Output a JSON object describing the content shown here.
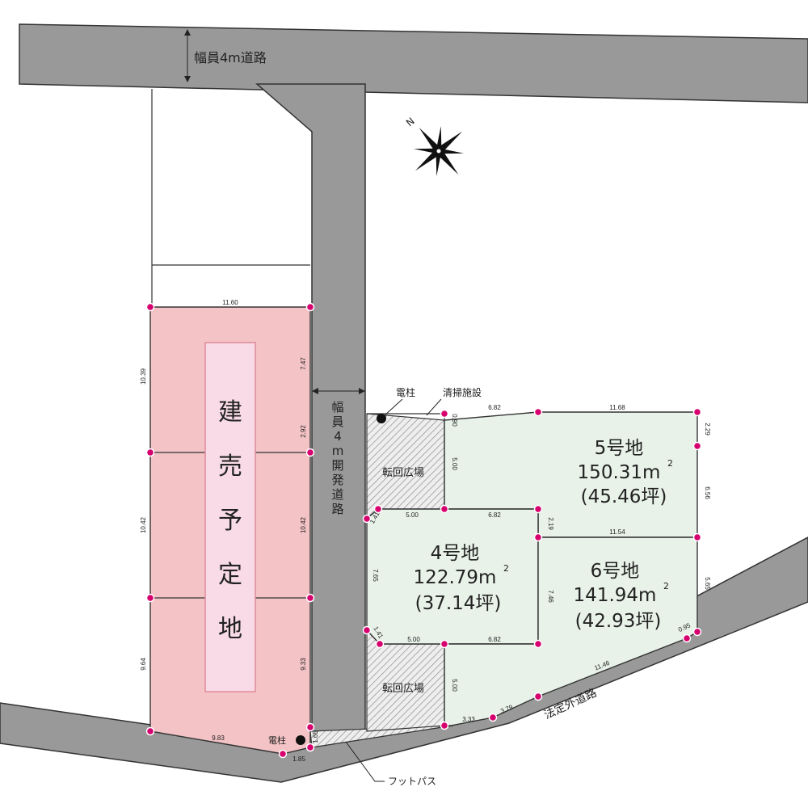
{
  "roads": {
    "north_road": "幅員4m道路",
    "dev_road": [
      "幅",
      "員",
      "4",
      "m",
      "開",
      "発",
      "道",
      "路"
    ],
    "outer_road": "法定外道路"
  },
  "facilities": {
    "pole_top": "電柱",
    "pole_bottom": "電柱",
    "cleaning": "清掃施設",
    "turnaround_1": "転回広場",
    "turnaround_2": "転回広場",
    "footpath": "フットパス"
  },
  "sale_lot": {
    "chars": [
      "建",
      "売",
      "予",
      "定",
      "地"
    ]
  },
  "lots": {
    "lot5": {
      "name": "5号地",
      "area": "150.31m",
      "tsubo": "(45.46坪)"
    },
    "lot4": {
      "name": "4号地",
      "area": "122.79m",
      "tsubo": "(37.14坪)"
    },
    "lot6": {
      "name": "6号地",
      "area": "141.94m",
      "tsubo": "(42.93坪)"
    }
  },
  "area_superscript": "2",
  "dimensions": {
    "d_11_60": "11.60",
    "d_10_39": "10.39",
    "d_7_47": "7.47",
    "d_2_92": "2.92",
    "d_10_42_left": "10.42",
    "d_10_42_right": "10.42",
    "d_9_64": "9.64",
    "d_9_33": "9.33",
    "d_9_83": "9.83",
    "d_1_65": "1.65",
    "d_1_85": "1.85",
    "d_6_82_top": "6.82",
    "d_11_68": "11.68",
    "d_0_90": "0.90",
    "d_2_29": "2.29",
    "d_5_00_v1": "5.00",
    "d_6_56": "6.56",
    "d_5_00_h1": "5.00",
    "d_6_82_mid": "6.82",
    "d_1_41_top": "1.41",
    "d_2_19": "2.19",
    "d_11_54": "11.54",
    "d_7_65": "7.65",
    "d_7_46": "7.46",
    "d_5_65": "5.65",
    "d_1_41_bot": "1.41",
    "d_5_00_h2": "5.00",
    "d_6_82_bot": "6.82",
    "d_0_95": "0.95",
    "d_11_46": "11.46",
    "d_5_00_v2": "5.00",
    "d_3_33": "3.33",
    "d_3_79": "3.79"
  },
  "compass": {
    "letter": "N"
  },
  "colors": {
    "road": "#999999",
    "sale_lot_fill": "#f4c3c6",
    "sale_label_fill": "#f8dbe6",
    "green_lot_fill": "#e8f2e9",
    "boundary_marker": "#d6006e"
  }
}
